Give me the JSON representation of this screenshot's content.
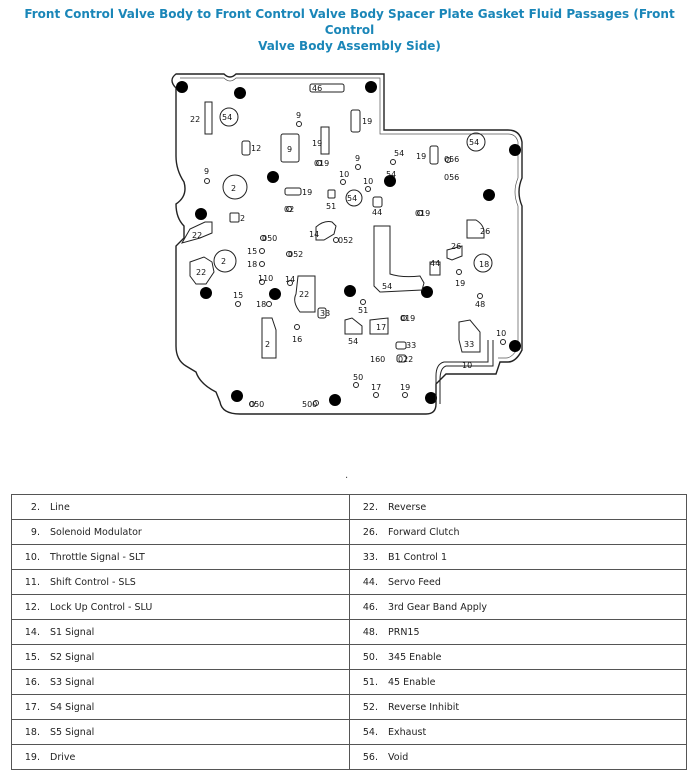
{
  "title": {
    "line1": "Front Control Valve Body to Front Control Valve Body Spacer Plate Gasket Fluid Passages (Front Control",
    "line2": "Valve Body Assembly Side)"
  },
  "diagram_labels": {
    "l46": "46",
    "l22a": "22",
    "l54a": "54",
    "l9a": "9",
    "l0a": "0",
    "l19a": "19",
    "l19b": "19",
    "l12": "12",
    "l9b": "9",
    "l019": "019",
    "l9c": "9",
    "l54b": "54",
    "l19c": "19",
    "l056": "056",
    "l54c": "54",
    "l9d": "9",
    "l2a": "2",
    "l10a": "10",
    "l10b": "10",
    "l54d": "54",
    "l056b": "056",
    "l19d": "19",
    "l54e": "54",
    "l02": "02",
    "l51a": "51",
    "l44a": "44",
    "l019b": "019",
    "l2b": "2",
    "l26a": "26",
    "l22b": "22",
    "l14a": "14",
    "l052": "052",
    "l050": "050",
    "l15a": "15",
    "l052b": "052",
    "l18a": "18",
    "l26b": "26",
    "l2c": "2",
    "l44b": "44",
    "l18b": "18",
    "l22c": "22",
    "l110": "110",
    "l14b": "14",
    "l19e": "19",
    "l54f": "54",
    "l15b": "15",
    "l22d": "22",
    "l18c": "18",
    "l48": "48",
    "l33a": "33",
    "l51b": "51",
    "l019c": "019",
    "l17a": "17",
    "l2d": "2",
    "l16": "16",
    "l54g": "54",
    "l10c": "10",
    "l33b": "33",
    "l33c": "33",
    "l160": "160",
    "l022": "022",
    "l10d": "10",
    "l50": "50",
    "l17b": "17",
    "l19f": "19",
    "l050b": "050",
    "l500": "500"
  },
  "legend": {
    "rows": [
      {
        "left_num": "2.",
        "left_label": "Line",
        "right_num": "22.",
        "right_label": "Reverse"
      },
      {
        "left_num": "9.",
        "left_label": "Solenoid Modulator",
        "right_num": "26.",
        "right_label": "Forward Clutch"
      },
      {
        "left_num": "10.",
        "left_label": "Throttle Signal - SLT",
        "right_num": "33.",
        "right_label": "B1 Control 1"
      },
      {
        "left_num": "11.",
        "left_label": "Shift Control - SLS",
        "right_num": "44.",
        "right_label": "Servo Feed"
      },
      {
        "left_num": "12.",
        "left_label": "Lock Up Control - SLU",
        "right_num": "46.",
        "right_label": "3rd Gear Band Apply"
      },
      {
        "left_num": "14.",
        "left_label": "S1 Signal",
        "right_num": "48.",
        "right_label": "PRN15"
      },
      {
        "left_num": "15.",
        "left_label": "S2 Signal",
        "right_num": "50.",
        "right_label": "345 Enable"
      },
      {
        "left_num": "16.",
        "left_label": "S3 Signal",
        "right_num": "51.",
        "right_label": "45 Enable"
      },
      {
        "left_num": "17.",
        "left_label": "S4 Signal",
        "right_num": "52.",
        "right_label": "Reverse Inhibit"
      },
      {
        "left_num": "18.",
        "left_label": "S5 Signal",
        "right_num": "54.",
        "right_label": "Exhaust"
      },
      {
        "left_num": "19.",
        "left_label": "Drive",
        "right_num": "56.",
        "right_label": "Void"
      }
    ]
  }
}
